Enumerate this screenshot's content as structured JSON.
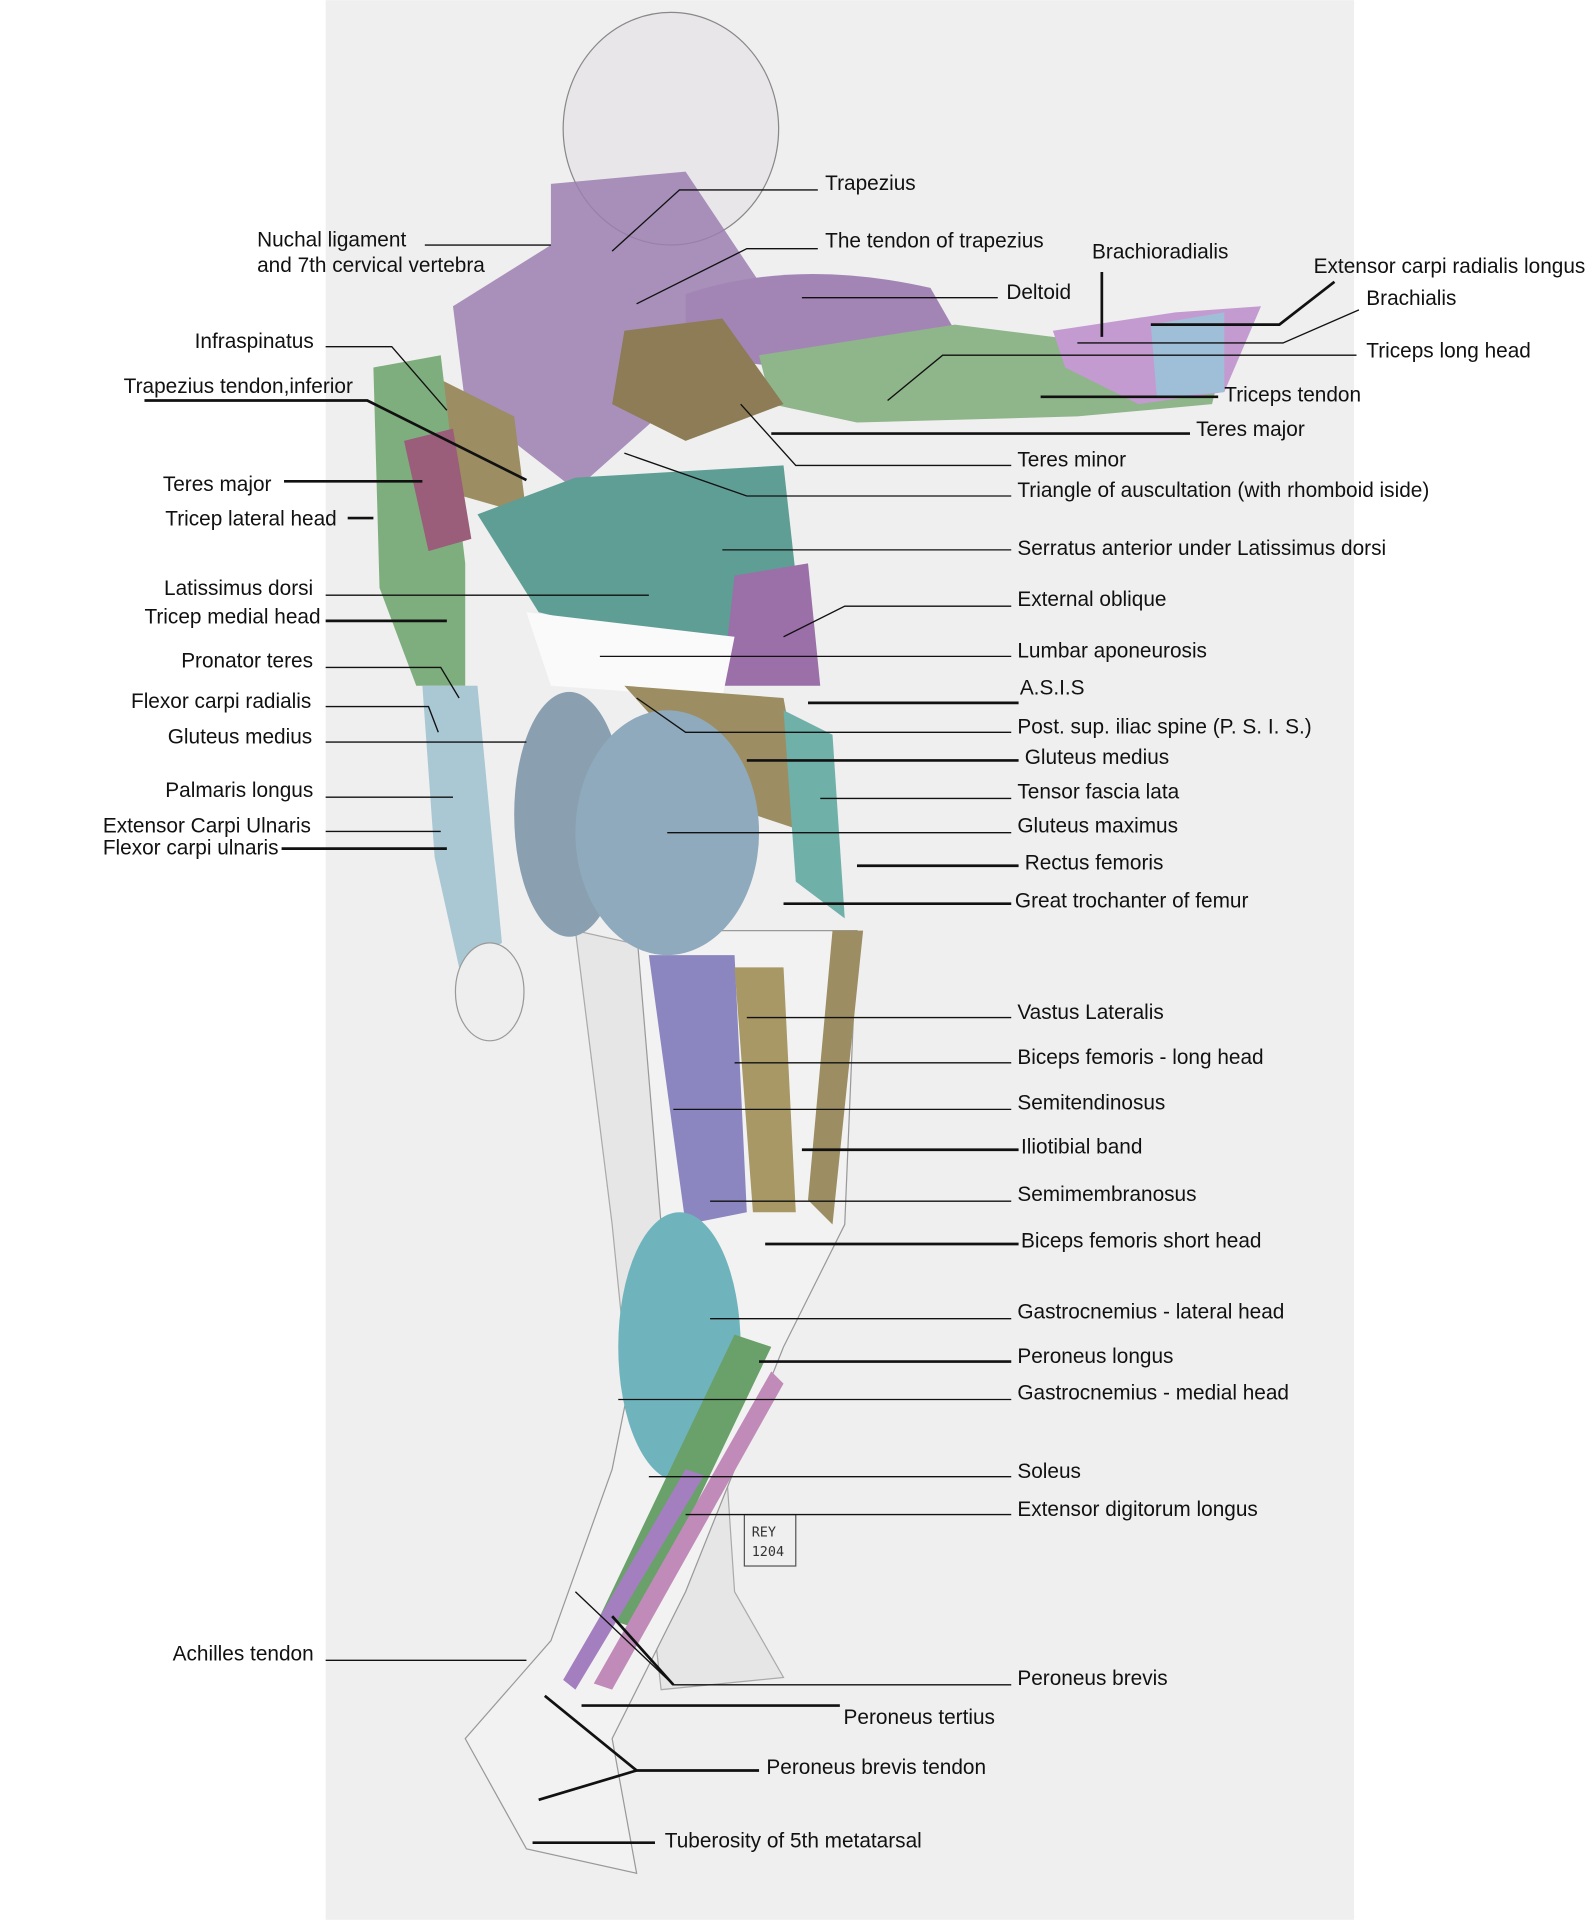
{
  "title": "Posterior-lateral view of human muscles",
  "signature": {
    "text": "REY",
    "number": "1204"
  },
  "labels_left": [
    "Nuchal ligament",
    "and 7th cervical vertebra",
    "Infraspinatus",
    "Trapezius tendon,inferior",
    "Teres major",
    "Tricep lateral head",
    "Latissimus dorsi",
    "Tricep medial head",
    "Pronator teres",
    "Flexor carpi radialis",
    "Gluteus medius",
    "Palmaris longus",
    "Extensor Carpi Ulnaris",
    "Flexor carpi ulnaris",
    "Achilles tendon"
  ],
  "labels_right": [
    "Trapezius",
    "The tendon of trapezius",
    "Deltoid",
    "Brachioradialis",
    "Extensor carpi radialis longus",
    "Brachialis",
    "Triceps long head",
    "Triceps tendon",
    "Teres major",
    "Teres minor",
    "Triangle of auscultation (with rhomboid iside)",
    "Serratus anterior under Latissimus dorsi",
    "External oblique",
    "Lumbar aponeurosis",
    "A.S.I.S",
    "Post. sup. iliac spine (P. S. I. S.)",
    "Gluteus medius",
    "Tensor fascia lata",
    "Gluteus maximus",
    "Rectus femoris",
    "Great trochanter of femur",
    "Vastus Lateralis",
    "Biceps femoris - long head",
    "Semitendinosus",
    "Iliotibial band",
    "Semimembranosus",
    "Biceps femoris short head",
    "Gastrocnemius - lateral head",
    "Peroneus longus",
    "Gastrocnemius - medial head",
    "Soleus",
    "Extensor digitorum longus",
    "Peroneus brevis",
    "Peroneus tertius",
    "Peroneus brevis tendon",
    "Tuberosity of 5th metatarsal"
  ],
  "colors": {
    "purple": "#9b7fb0",
    "teal": "#5f9e94",
    "green": "#8fb58a",
    "tan": "#9c8d62",
    "blue": "#8faabd",
    "maroon": "#9a5e7a",
    "paper": "#efefef"
  }
}
